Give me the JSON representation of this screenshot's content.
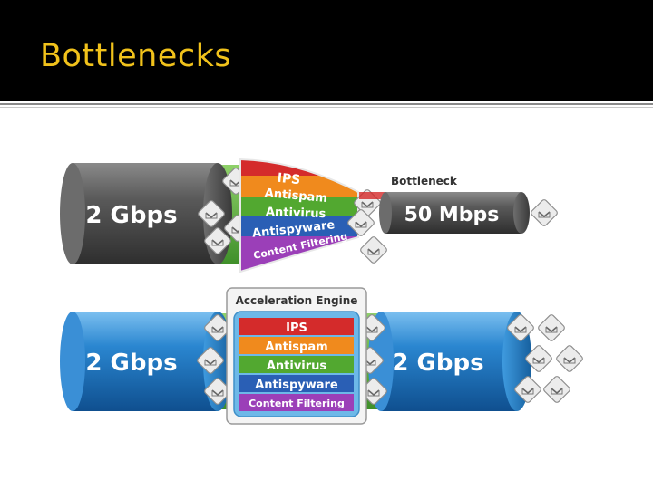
{
  "slide": {
    "title": "Bottlenecks"
  },
  "top_diagram": {
    "input_speed": "2 Gbps",
    "output_speed": "50 Mbps",
    "bottleneck_label": "Bottleneck",
    "services": [
      "IPS",
      "Antispam",
      "Antivirus",
      "Antispyware",
      "Content Filtering"
    ]
  },
  "bottom_diagram": {
    "input_speed": "2 Gbps",
    "output_speed": "2 Gbps",
    "engine_label": "Acceleration Engine",
    "services": [
      "IPS",
      "Antispam",
      "Antivirus",
      "Antispyware",
      "Content Filtering"
    ]
  },
  "colors": {
    "title": "#f1c21b",
    "dark_pipe": "#505050",
    "blue_pipe": "#1f78c3",
    "ips": "#d42b2b",
    "antispam": "#f08a1d",
    "antivirus": "#52a830",
    "antispyware": "#2a5fb5",
    "content_filtering": "#9b3fb8",
    "packet_green": "#63b342"
  }
}
